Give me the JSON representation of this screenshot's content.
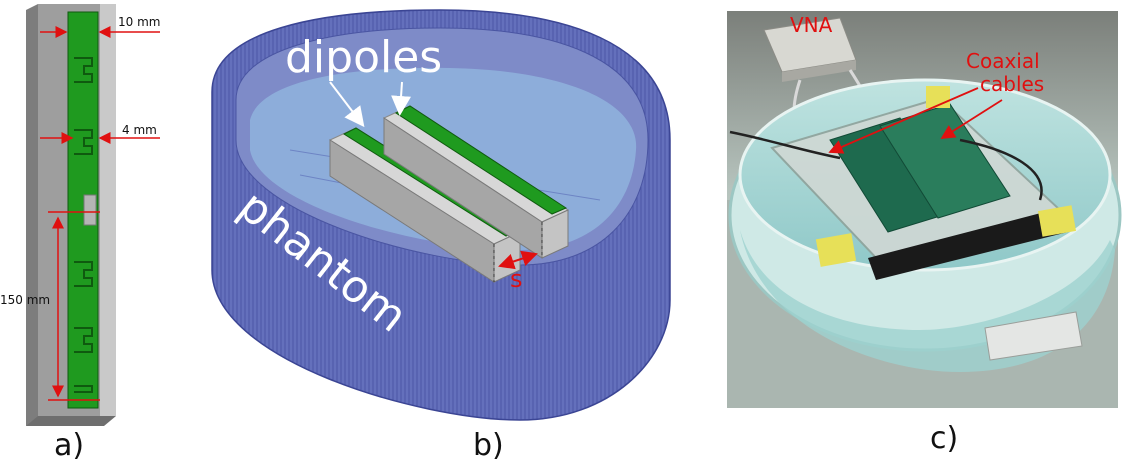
{
  "panel_a": {
    "label": "a)",
    "dim_width": "10 mm",
    "dim_gap": "4 mm",
    "dim_length": "150 mm"
  },
  "panel_b": {
    "label": "b)",
    "dipoles_label": "dipoles",
    "phantom_label": "phantom",
    "spacing_label": "s"
  },
  "panel_c": {
    "label": "c)",
    "vna_label": "VNA",
    "coax_label_line1": "Coaxial",
    "coax_label_line2": "cables"
  },
  "colors": {
    "antenna_green": "#1f9a1f",
    "substrate_gray": "#a9a9a9",
    "phantom_blue": "#5c68b8",
    "annotation_red": "#e01010"
  }
}
